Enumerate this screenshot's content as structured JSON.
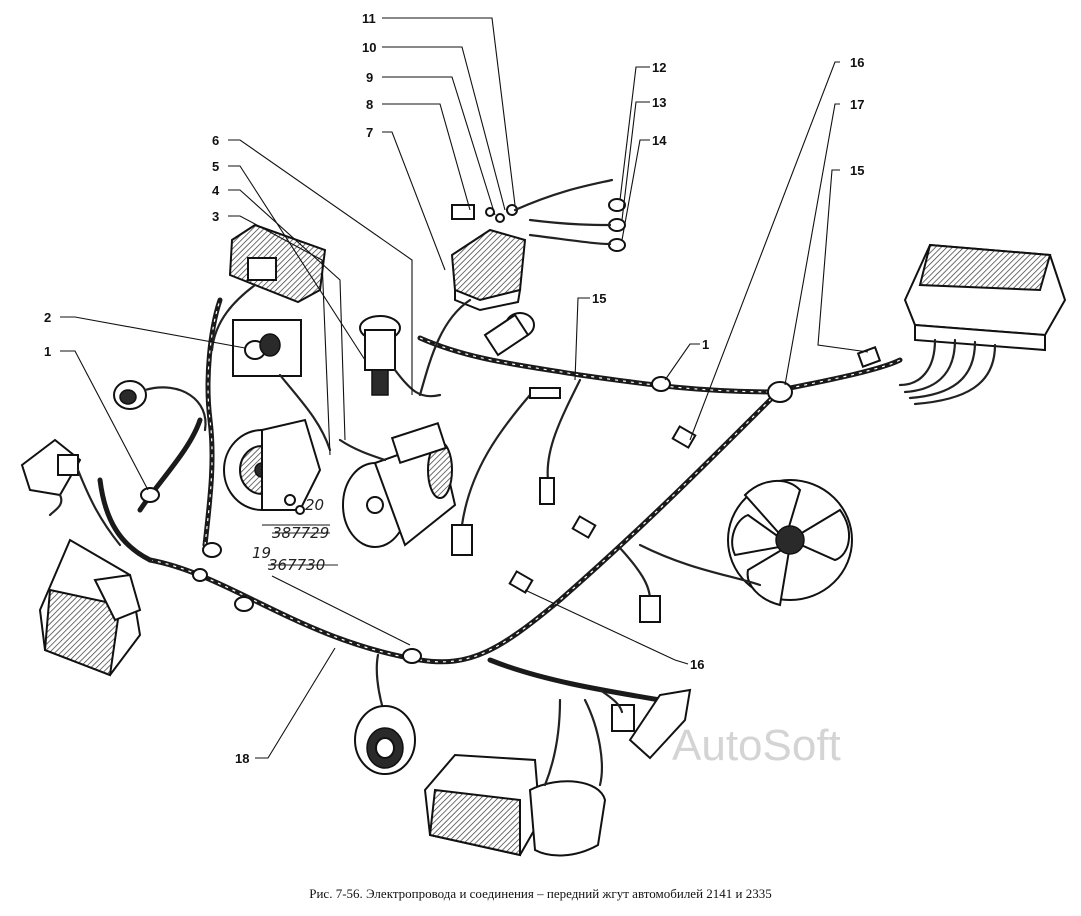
{
  "labels": {
    "l1a": "1",
    "l1b": "1",
    "l2": "2",
    "l3": "3",
    "l4": "4",
    "l5": "5",
    "l6": "6",
    "l7": "7",
    "l8": "8",
    "l9": "9",
    "l10": "10",
    "l11": "11",
    "l12": "12",
    "l13": "13",
    "l14": "14",
    "l15a": "15",
    "l15b": "15",
    "l16a": "16",
    "l16b": "16",
    "l17": "17",
    "l18": "18"
  },
  "handwritten": {
    "n20": "20",
    "code1": "387729",
    "n19": "19",
    "code2": "367730"
  },
  "watermark": "AutoSoft",
  "caption": "Рис. 7-56. Электропровода и соединения – передний жгут автомобилей 2141 и 2335"
}
